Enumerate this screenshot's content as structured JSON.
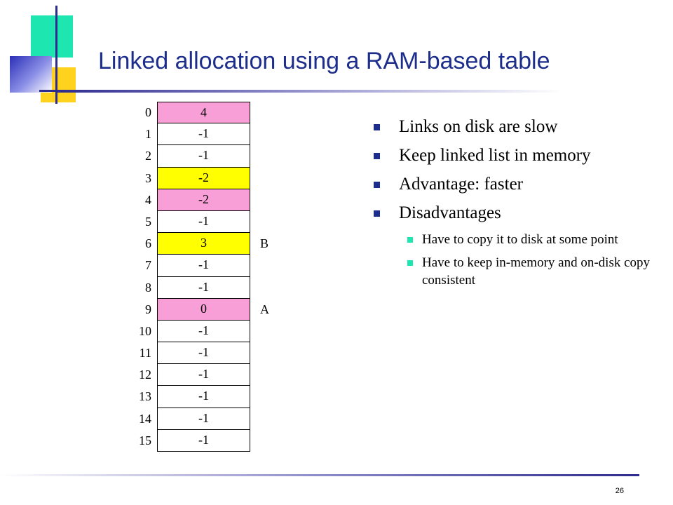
{
  "slide": {
    "title": "Linked allocation using a RAM-based table",
    "page_number": "26"
  },
  "colors": {
    "title": "#1d2d8c",
    "pink": "#f99fd8",
    "yellow": "#ffff00",
    "bullet_primary": "#1d2d8c",
    "bullet_secondary": "#1de6b0"
  },
  "table": {
    "rows": [
      {
        "index": "0",
        "value": "4",
        "color": "#f99fd8",
        "side": ""
      },
      {
        "index": "1",
        "value": "-1",
        "color": "#ffffff",
        "side": ""
      },
      {
        "index": "2",
        "value": "-1",
        "color": "#ffffff",
        "side": ""
      },
      {
        "index": "3",
        "value": "-2",
        "color": "#ffff00",
        "side": ""
      },
      {
        "index": "4",
        "value": "-2",
        "color": "#f99fd8",
        "side": ""
      },
      {
        "index": "5",
        "value": "-1",
        "color": "#ffffff",
        "side": ""
      },
      {
        "index": "6",
        "value": "3",
        "color": "#ffff00",
        "side": "B"
      },
      {
        "index": "7",
        "value": "-1",
        "color": "#ffffff",
        "side": ""
      },
      {
        "index": "8",
        "value": "-1",
        "color": "#ffffff",
        "side": ""
      },
      {
        "index": "9",
        "value": "0",
        "color": "#f99fd8",
        "side": "A"
      },
      {
        "index": "10",
        "value": "-1",
        "color": "#ffffff",
        "side": ""
      },
      {
        "index": "11",
        "value": "-1",
        "color": "#ffffff",
        "side": ""
      },
      {
        "index": "12",
        "value": "-1",
        "color": "#ffffff",
        "side": ""
      },
      {
        "index": "13",
        "value": "-1",
        "color": "#ffffff",
        "side": ""
      },
      {
        "index": "14",
        "value": "-1",
        "color": "#ffffff",
        "side": ""
      },
      {
        "index": "15",
        "value": "-1",
        "color": "#ffffff",
        "side": ""
      }
    ]
  },
  "bullets": [
    "Links on disk are slow",
    "Keep linked list in memory",
    "Advantage: faster",
    "Disadvantages"
  ],
  "sub_bullets": [
    "Have to copy it to disk at some point",
    "Have to keep in-memory and on-disk copy consistent"
  ]
}
